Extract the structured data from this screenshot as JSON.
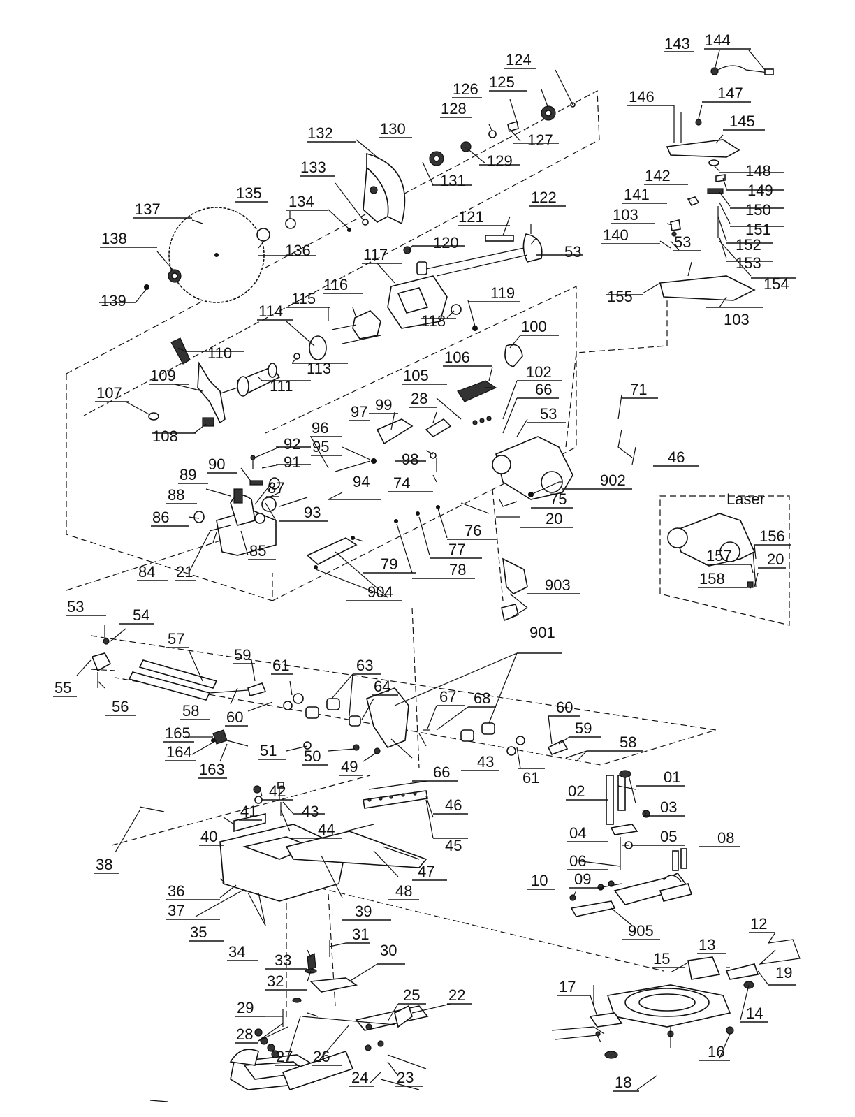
{
  "labels": {
    "laser": "Laser",
    "p143": "143",
    "p144": "144",
    "p124": "124",
    "p126": "126",
    "p125": "125",
    "p128": "128",
    "p127": "127",
    "p130": "130",
    "p129": "129",
    "p132": "132",
    "p131": "131",
    "p133": "133",
    "p135": "135",
    "p134": "134",
    "p136": "136",
    "p137": "137",
    "p138": "138",
    "p139": "139",
    "p146": "146",
    "p147": "147",
    "p145": "145",
    "p148": "148",
    "p149": "149",
    "p150": "150",
    "p151": "151",
    "p152": "152",
    "p153": "153",
    "p154": "154",
    "p155": "155",
    "p142": "142",
    "p141": "141",
    "p103a": "103",
    "p140": "140",
    "p53a": "53",
    "p103b": "103",
    "p121": "121",
    "p122": "122",
    "p120": "120",
    "p53b": "53",
    "p117": "117",
    "p119": "119",
    "p118": "118",
    "p115": "115",
    "p116": "116",
    "p114": "114",
    "p113": "113",
    "p110": "110",
    "p111": "111",
    "p109": "109",
    "p107": "107",
    "p108": "108",
    "p100": "100",
    "p106": "106",
    "p105": "105",
    "p102": "102",
    "p66a": "66",
    "p28a": "28",
    "p99": "99",
    "p97": "97",
    "p53c": "53",
    "p71": "71",
    "p96": "96",
    "p92": "92",
    "p95": "95",
    "p91": "91",
    "p90": "90",
    "p98": "98",
    "p46a": "46",
    "p89": "89",
    "p74": "74",
    "p902": "902",
    "p88": "88",
    "p87": "87",
    "p94": "94",
    "p75": "75",
    "p93": "93",
    "p86": "86",
    "p20a": "20",
    "p76": "76",
    "p77": "77",
    "p84": "84",
    "p21": "21",
    "p85": "85",
    "p79": "79",
    "p78": "78",
    "p904": "904",
    "p903": "903",
    "p156": "156",
    "p157": "157",
    "p20b": "20",
    "p158": "158",
    "p53d": "53",
    "p54": "54",
    "p57": "57",
    "p901": "901",
    "p59a": "59",
    "p61a": "61",
    "p63": "63",
    "p55": "55",
    "p64": "64",
    "p56": "56",
    "p58a": "58",
    "p67": "67",
    "p68": "68",
    "p60a": "60",
    "p60b": "60",
    "p59b": "59",
    "p165": "165",
    "p58b": "58",
    "p164": "164",
    "p51": "51",
    "p50": "50",
    "p49": "49",
    "p43a": "43",
    "p163": "163",
    "p66b": "66",
    "p61b": "61",
    "p42": "42",
    "p41": "41",
    "p43b": "43",
    "p46b": "46",
    "p01": "01",
    "p02": "02",
    "p03": "03",
    "p40": "40",
    "p44": "44",
    "p45": "45",
    "p04": "04",
    "p05": "05",
    "p08": "08",
    "p38": "38",
    "p47": "47",
    "p06": "06",
    "p36": "36",
    "p48": "48",
    "p10": "10",
    "p09": "09",
    "p37": "37",
    "p39": "39",
    "p35": "35",
    "p905": "905",
    "p34": "34",
    "p12": "12",
    "p31": "31",
    "p33": "33",
    "p13": "13",
    "p15": "15",
    "p30": "30",
    "p32": "32",
    "p19": "19",
    "p25": "25",
    "p22": "22",
    "p29": "29",
    "p17": "17",
    "p14": "14",
    "p28b": "28",
    "p27": "27",
    "p26": "26",
    "p16": "16",
    "p18": "18",
    "p24": "24",
    "p23": "23"
  }
}
